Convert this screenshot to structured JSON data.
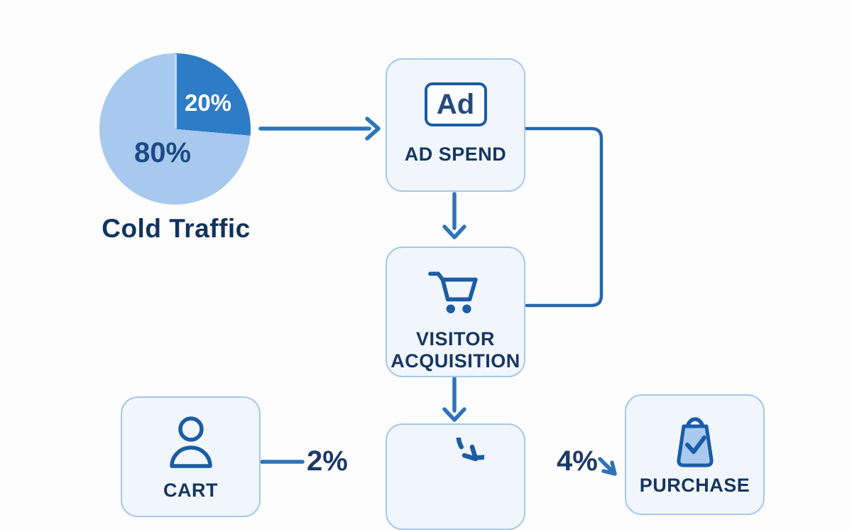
{
  "palette": {
    "connector_blue": "#2e74b8",
    "loop_blue": "#2566aa",
    "icon_blue": "#1b5ca6",
    "icon_fill_light": "#a9c9ee",
    "node_fill": "#f0f6fc",
    "node_border": "#a9c7e8",
    "dark_navy_text": "#16365f"
  },
  "pie": {
    "caption": "Cold Traffic",
    "segments": [
      {
        "label": "20%",
        "value": 20,
        "color": "#2e7cc6",
        "sweep_deg": 95
      },
      {
        "label": "80%",
        "value": 80,
        "color": "#a7c9ee"
      }
    ]
  },
  "nodes": {
    "ad_spend": {
      "label": "AD SPEND",
      "badge_text": "Ad",
      "icon": "ad-badge-icon"
    },
    "visitor_acquisition": {
      "label_line1": "VISITOR",
      "label_line2": "ACQUISITION",
      "icon": "shopping-cart-icon"
    },
    "cart": {
      "label": "CART",
      "icon": "person-icon"
    },
    "refresh": {
      "icon": "refresh-cycle-icon"
    },
    "purchase": {
      "label": "PURCHASE",
      "icon": "shopping-bag-check-icon"
    }
  },
  "edges": {
    "cart_to_refresh_rate": "2%",
    "refresh_to_purchase_rate": "4%"
  }
}
